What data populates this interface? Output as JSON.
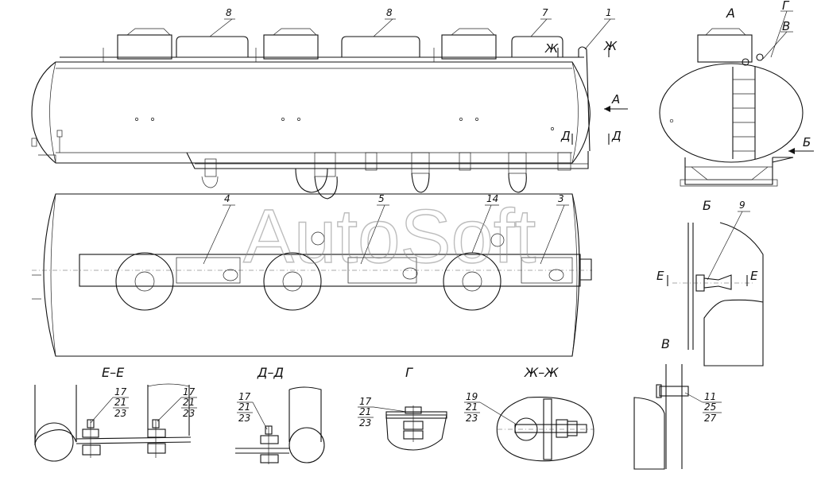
{
  "watermark": "AutoSoft",
  "views": {
    "view_A": "А",
    "view_B": "Б",
    "view_V": "В",
    "view_G": "Г",
    "section_EE": "Е–Е",
    "section_DD": "Д–Д",
    "section_ZhZh": "Ж–Ж"
  },
  "section_marks": {
    "zh": "Ж",
    "d": "Д",
    "e": "Е",
    "a": "А",
    "b": "Б"
  },
  "callouts": {
    "c1": "1",
    "c3": "3",
    "c4": "4",
    "c5": "5",
    "c7": "7",
    "c8a": "8",
    "c8b": "8",
    "c9": "9",
    "c14": "14"
  },
  "detail_refs": {
    "ee_left": [
      "17",
      "21",
      "23"
    ],
    "ee_right": [
      "17",
      "21",
      "23"
    ],
    "dd": [
      "17",
      "21",
      "23"
    ],
    "g": [
      "17",
      "21",
      "23"
    ],
    "zhzh": [
      "19",
      "21",
      "23"
    ],
    "v": [
      "11",
      "25",
      "27"
    ]
  }
}
